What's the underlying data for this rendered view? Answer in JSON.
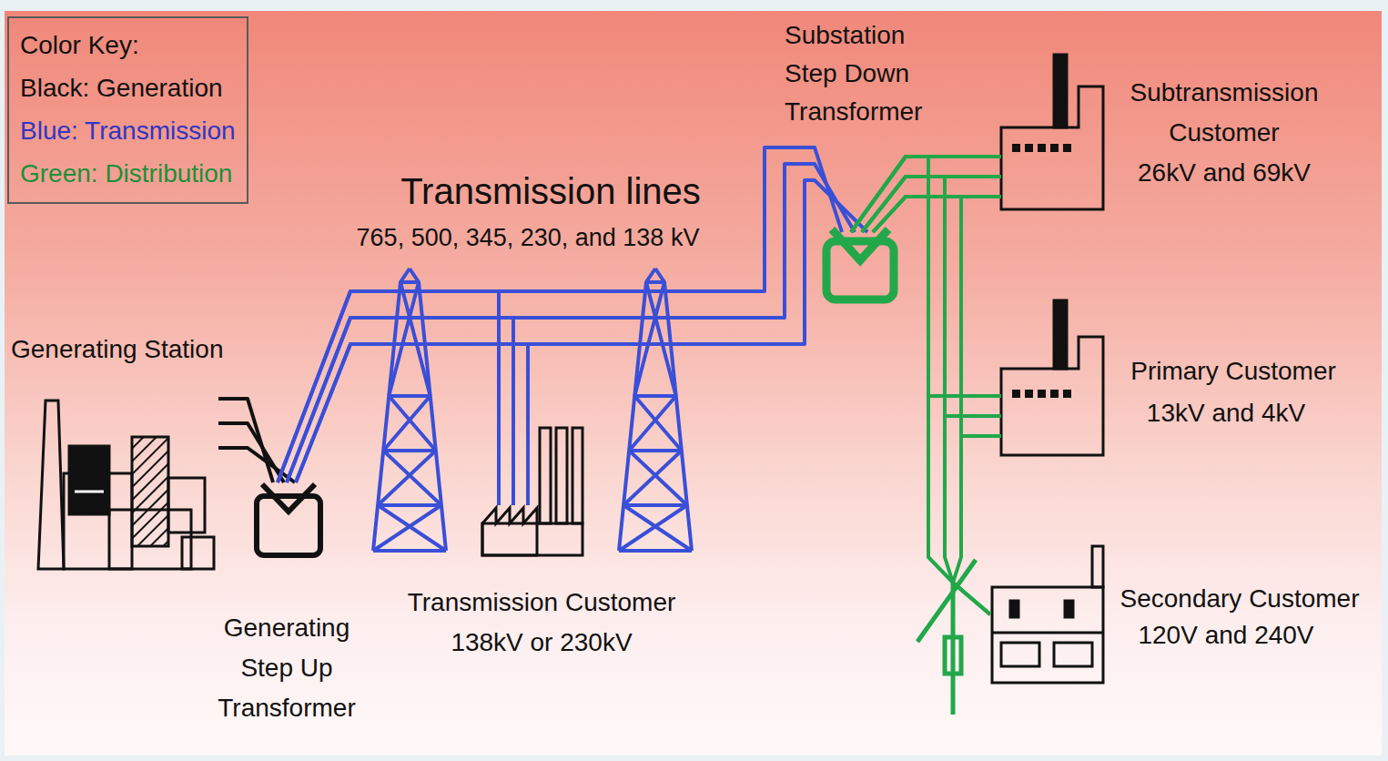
{
  "diagram": {
    "nodes": [
      {
        "text": [
          "Generating Station"
        ]
      },
      {
        "text": [
          "Generating Step Up Transformer"
        ]
      },
      {
        "text": [
          "Transmission Customer",
          "138kV or 230kV"
        ]
      },
      {
        "text": [
          "Substation Step Down Transformer"
        ]
      },
      {
        "text": [
          "Subtransmission Customer",
          "26kV and 69kV"
        ]
      },
      {
        "text": [
          "Primary Customer",
          "13kV and 4kV"
        ]
      },
      {
        "text": [
          "Secondary Customer",
          "120V and 240V"
        ]
      }
    ],
    "edges": [
      {
        "from": 0,
        "to": 1,
        "arrow": "none"
      },
      {
        "from": 1,
        "to": 3,
        "arrow": "none"
      },
      {
        "from": 1,
        "to": 2,
        "arrow": "none"
      },
      {
        "from": 3,
        "to": 4,
        "arrow": "none"
      },
      {
        "from": 3,
        "to": 5,
        "arrow": "none"
      },
      {
        "from": 3,
        "to": 6,
        "arrow": "none"
      }
    ],
    "labels": [
      "Color Key:",
      "Transmission lines",
      "765, 500, 345, 230, and 138 kV"
    ],
    "legend": [
      {
        "text": "Black: Generation",
        "color": "#111111"
      },
      {
        "text": "Blue: Transmission",
        "color": "#2f36c4"
      },
      {
        "text": "Green: Distribution",
        "color": "#1d8f3a"
      }
    ]
  }
}
